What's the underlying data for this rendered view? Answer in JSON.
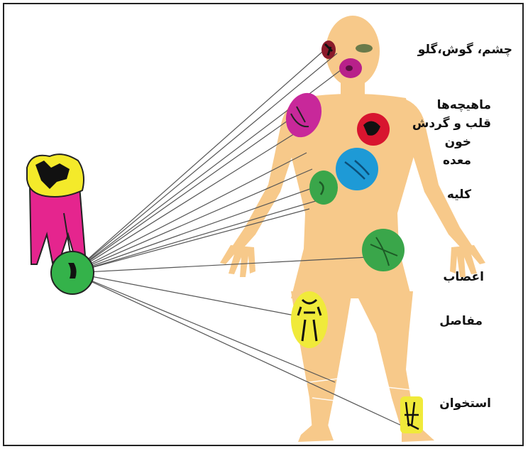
{
  "labels": {
    "eye_ear_throat": "چشم، گوش،گلو",
    "muscles": "ماهیچه‌ها",
    "heart_circulation": "قلب و گردش",
    "blood": "خون",
    "stomach": "معده",
    "kidney": "کلیه",
    "nerves": "اعصاب",
    "joints": "مفاصل",
    "bone": "استخوان"
  },
  "colors": {
    "skin": "#f7c98a",
    "tooth_crown": "#f4ea2a",
    "tooth_root": "#e5258e",
    "infection_focus": "#34b24a",
    "heart": "#d8152f",
    "muscle": "#c8289a",
    "blood": "#1e9ad6",
    "stomach": "#3aa64a",
    "kidney": "#3aa64a",
    "joint": "#f0ea3a",
    "lines": "#555555"
  }
}
